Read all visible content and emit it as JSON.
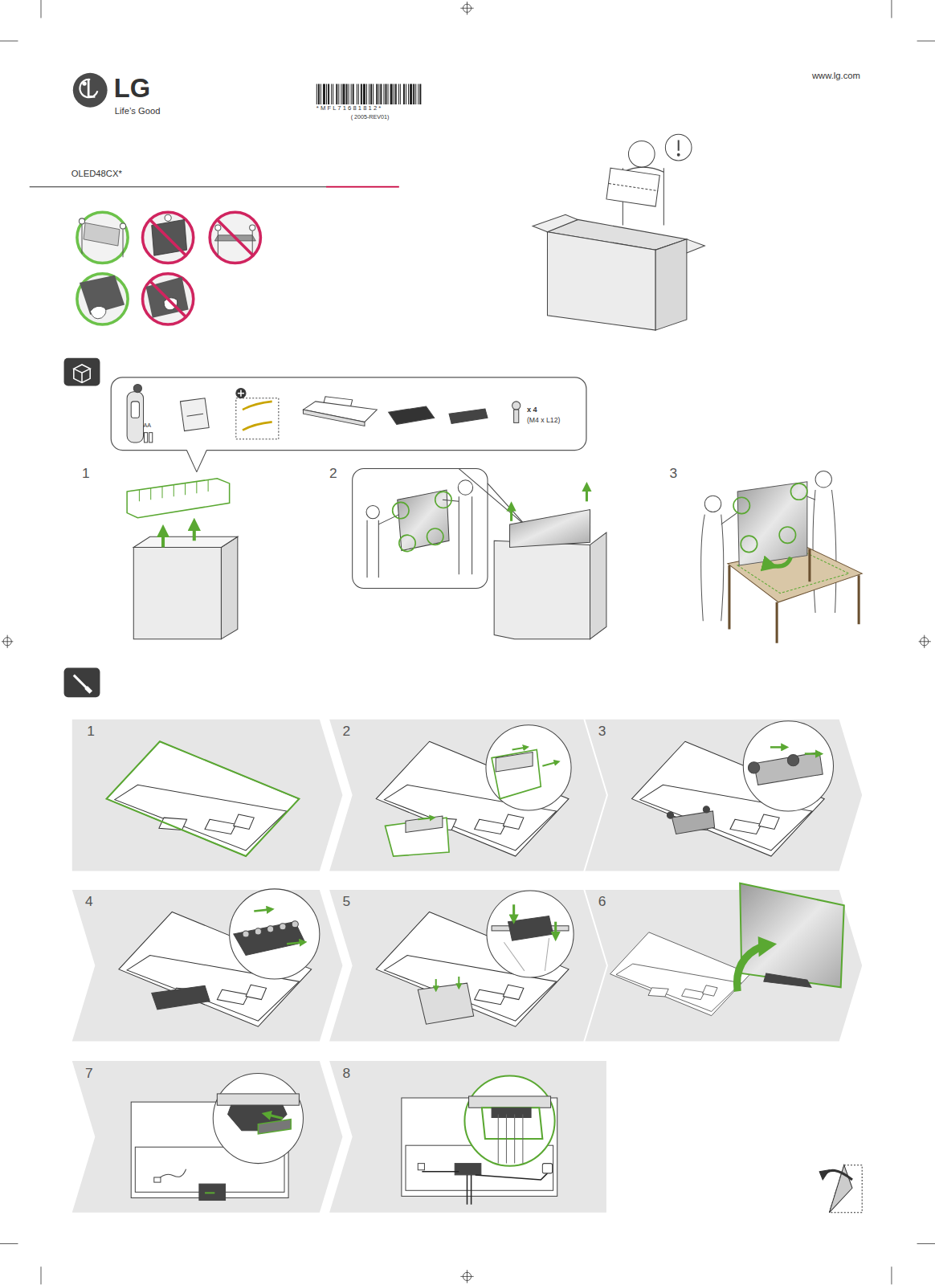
{
  "diagram": {
    "nodes": [
      {
        "text": [
          "AA",
          "x 4",
          "(M4 x L12)"
        ]
      },
      {
        "text": [
          "1"
        ]
      },
      {
        "text": [
          "2"
        ]
      },
      {
        "text": [
          "3"
        ]
      },
      {
        "text": [
          "4"
        ]
      },
      {
        "text": [
          "5"
        ]
      },
      {
        "text": [
          "6"
        ]
      },
      {
        "text": [
          "7"
        ]
      },
      {
        "text": [
          "8"
        ]
      }
    ],
    "labels": [
      "www.lg.com",
      "LG",
      "Life’s Good",
      "* M F L 7 1 6 8 1 8 1 2 *",
      "( 2005-REV01)",
      "OLED48CX*",
      "1",
      "2",
      "3"
    ]
  }
}
